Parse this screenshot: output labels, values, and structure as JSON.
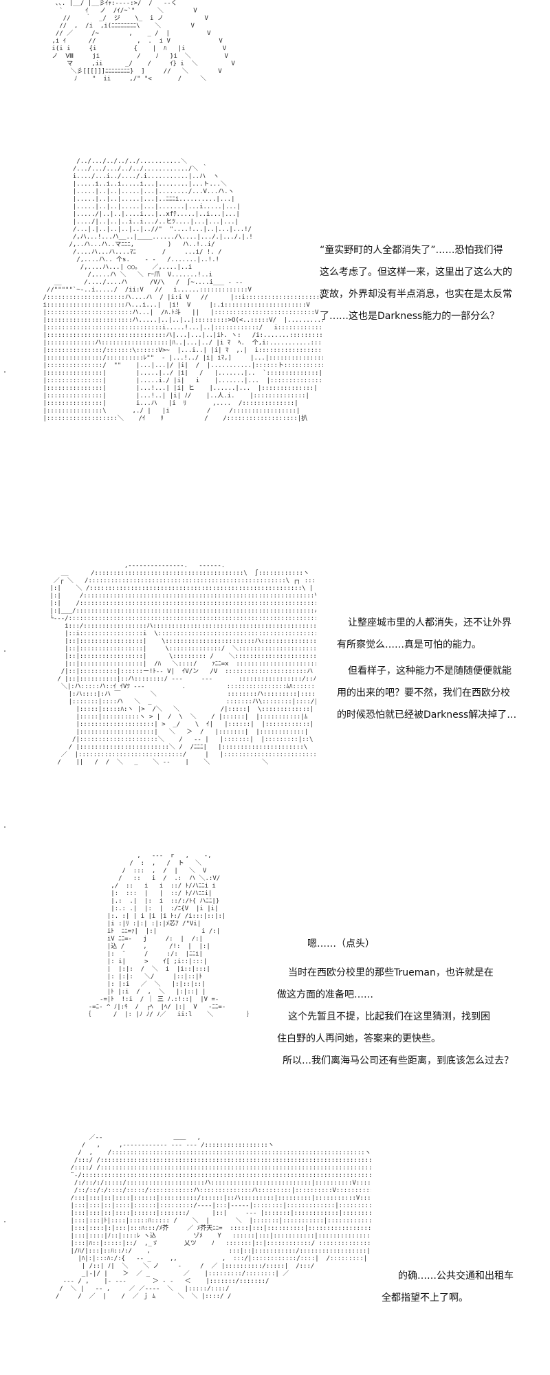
{
  "panels": [
    {
      "id": "panel-1",
      "lines": []
    },
    {
      "id": "panel-2",
      "lines": [
        "“童实野町的人全都消失了”……恐怕我们得",
        "这么考虑了。但这样一来，这里出了这么大的",
        "变故，外界却没有半点消息，也实在是太反常",
        "了……这也是Darkness能力的一部分么？"
      ]
    },
    {
      "id": "panel-3",
      "lines": [
        "让整座城市里的人都消失，还不让外界",
        "有所察觉么……真是可怕的能力。",
        "但看样子，这种能力不是随随便便就能",
        "用的出来的吧？要不然，我们在西欧分校",
        "的时候恐怕就已经被Darkness解决掉了…"
      ]
    },
    {
      "id": "panel-4",
      "lines": [
        "嗯……（点头）",
        "当时在西欧分校里的那些Trueman，也许就是在",
        "做这方面的准备吧……",
        "这个先暂且不提，比起我们在这里猜测，找到困",
        "住白野的人再问她，答案来的更快些。",
        "所以…我们离海马公司还有些距离，到底该怎么过去？"
      ]
    },
    {
      "id": "panel-5",
      "lines": [
        "的确……公共交通和出租车",
        "全都指望不上了啊。"
      ]
    }
  ],
  "art_glyphs": {
    "panel-1": "v0",
    "panel-2": "v1",
    "panel-3": "v2",
    "panel-4": "v3",
    "panel-5": "v4"
  }
}
